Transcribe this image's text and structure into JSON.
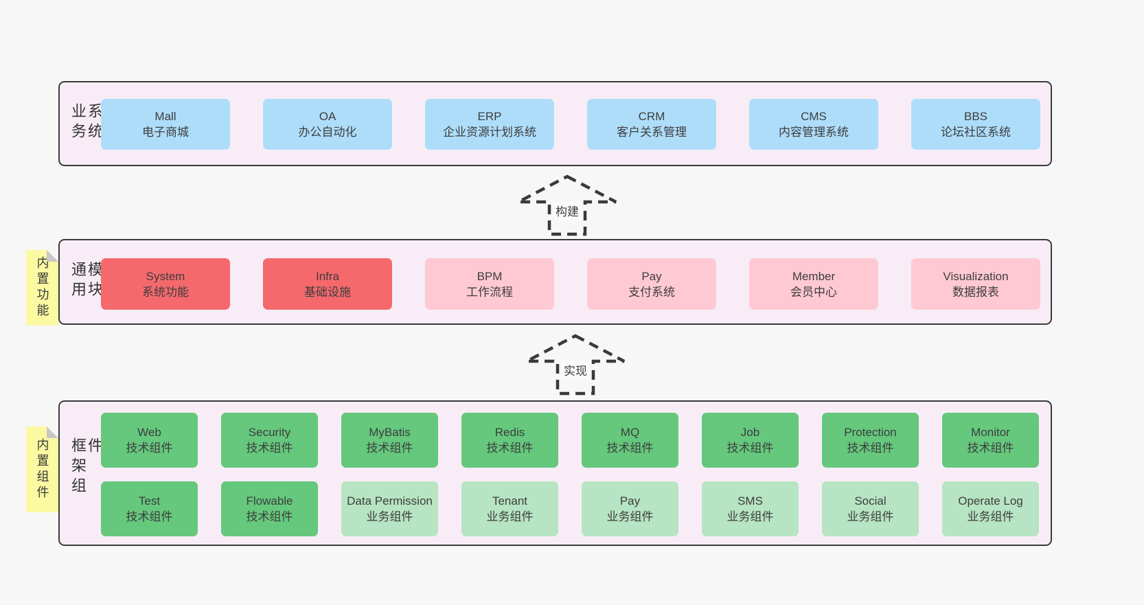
{
  "palette": {
    "page_bg": "#f7f7f7",
    "band_bg": "#f8edf6",
    "band_border": "#3a3a3a",
    "blue_box": "#aeddfa",
    "red_box": "#f5696d",
    "pink_box": "#ffc9d3",
    "green_box": "#65c87d",
    "green_light_box": "#b7e4c2",
    "sticky_yellow": "#fbf9a1",
    "sticky_fold": "#c8c8c8",
    "text": "#3d3d3d"
  },
  "arrows": [
    {
      "label": "构建"
    },
    {
      "label": "实现"
    }
  ],
  "bands": [
    {
      "label": "业务系统",
      "boxes": [
        {
          "name": "Mall",
          "desc": "电子商城"
        },
        {
          "name": "OA",
          "desc": "办公自动化"
        },
        {
          "name": "ERP",
          "desc": "企业资源计划系统"
        },
        {
          "name": "CRM",
          "desc": "客户关系管理"
        },
        {
          "name": "CMS",
          "desc": "内容管理系统"
        },
        {
          "name": "BBS",
          "desc": "论坛社区系统"
        }
      ]
    },
    {
      "label": "通用模块",
      "sticky": "内置功能",
      "boxes": [
        {
          "name": "System",
          "desc": "系统功能"
        },
        {
          "name": "Infra",
          "desc": "基础设施"
        },
        {
          "name": "BPM",
          "desc": "工作流程"
        },
        {
          "name": "Pay",
          "desc": "支付系统"
        },
        {
          "name": "Member",
          "desc": "会员中心"
        },
        {
          "name": "Visualization",
          "desc": "数据报表"
        }
      ]
    },
    {
      "label": "框架组件",
      "sticky": "内置组件",
      "row1": [
        {
          "name": "Web",
          "desc": "技术组件"
        },
        {
          "name": "Security",
          "desc": "技术组件"
        },
        {
          "name": "MyBatis",
          "desc": "技术组件"
        },
        {
          "name": "Redis",
          "desc": "技术组件"
        },
        {
          "name": "MQ",
          "desc": "技术组件"
        },
        {
          "name": "Job",
          "desc": "技术组件"
        },
        {
          "name": "Protection",
          "desc": "技术组件"
        },
        {
          "name": "Monitor",
          "desc": "技术组件"
        }
      ],
      "row2": [
        {
          "name": "Test",
          "desc": "技术组件"
        },
        {
          "name": "Flowable",
          "desc": "技术组件"
        },
        {
          "name": "Data Permission",
          "desc": "业务组件"
        },
        {
          "name": "Tenant",
          "desc": "业务组件"
        },
        {
          "name": "Pay",
          "desc": "业务组件"
        },
        {
          "name": "SMS",
          "desc": "业务组件"
        },
        {
          "name": "Social",
          "desc": "业务组件"
        },
        {
          "name": "Operate Log",
          "desc": "业务组件"
        }
      ]
    }
  ]
}
